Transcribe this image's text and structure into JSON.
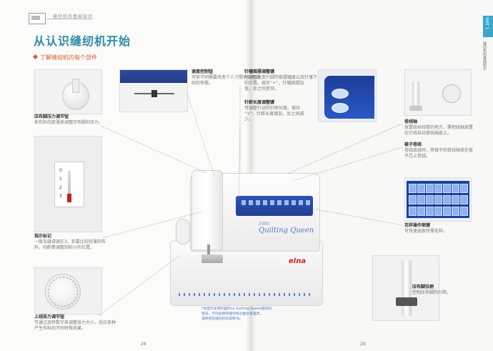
{
  "header": {
    "breadcrumb": "缝纫机的基础知识",
    "title": "从认识缝纫机开始",
    "subtitle": "了解缝纫机的每个部件"
  },
  "labels": {
    "presser_pressure": {
      "title": "压布脚压力调节钮",
      "desc": "依布料的厚薄来调整压布脚的压力。"
    },
    "speed_dial": {
      "title": "速度控制钮",
      "desc_lines": [
        "可依不同需要改变个人习惯来调整缝",
        "纫的快慢。"
      ]
    },
    "needle_pos": {
      "title": "针幅摇摆调整键",
      "desc_lines": [
        "可调整改变针脚的摇摆幅度以及针落下",
        "的位置。按压“+”，针幅摇摆加",
        "宽，反之则变窄。"
      ]
    },
    "stitch_len": {
      "title": "针距长度调整键",
      "desc_lines": [
        "可调整针迹的针距长度。按压",
        "“+”，针距长度增加，反之则减",
        "少。"
      ]
    },
    "spool_pin": {
      "title": "卷线轴",
      "desc": "放置绕丝线卷的地方，需把线轴放置在针线自动穿线插座上。"
    },
    "winder": {
      "title": "梭子卷绕",
      "desc": "卷绕底线时，将梭子的卷线轴放在梭子芯上卷绕。"
    },
    "indicator": {
      "title": "指示标记",
      "desc_lines": [
        "一般车缝请调在3。若要比较轻薄的布",
        "料，则酌情调整到较小的位置。"
      ]
    },
    "pattern_keys": {
      "title": "花样操作面键",
      "desc": "可快速选取所需花样。"
    },
    "thread_tension": {
      "title": "上线张力调节钮",
      "desc_lines": [
        "可通过旋转数字来调整张力大小，适应各种",
        "产生布料的不同特殊效果。"
      ]
    },
    "presser_lever": {
      "title": "压布脚拉柄",
      "desc": "控制压布脚的升降。"
    }
  },
  "dial_numbers": [
    "0",
    "1",
    "2",
    "3"
  ],
  "machine": {
    "brand": "elna",
    "model_script": "Quilting Queen",
    "model_number": "5900"
  },
  "caption_lines": [
    "*本图示采用的是Elna Quilting Queen缝纫机",
    "型号，不同品牌的缝纫机功能会有差异，",
    "请参照您缝纫机的说明书。"
  ],
  "page_numbers": {
    "left": "28",
    "right": "29"
  },
  "side_tab": "PART 1",
  "side_text": "缝纫机的基础知识"
}
